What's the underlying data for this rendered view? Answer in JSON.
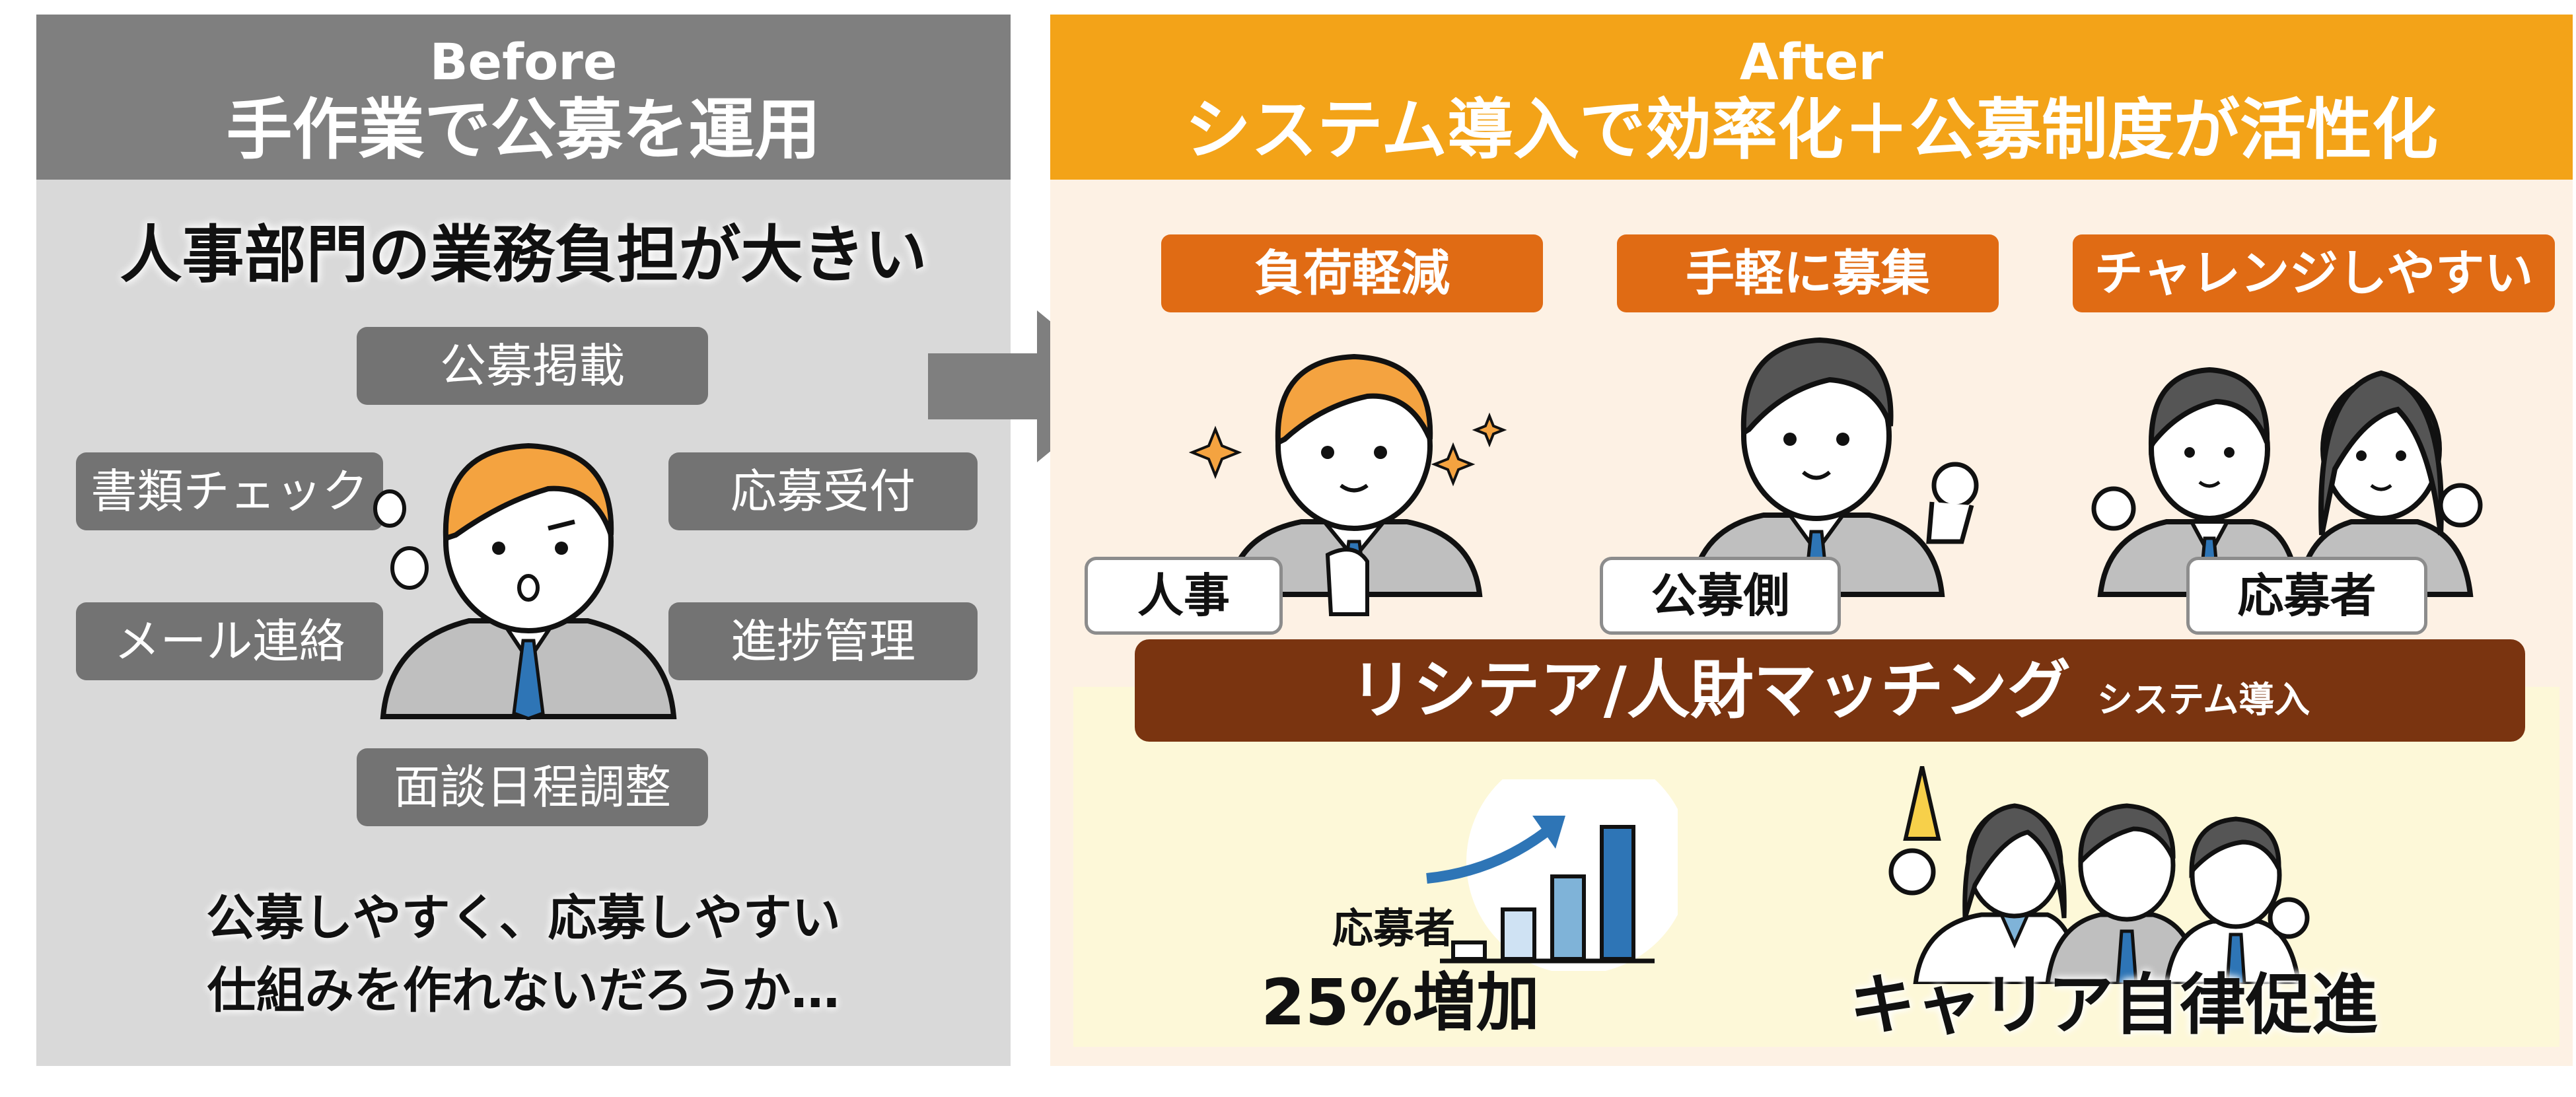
{
  "before": {
    "label": "Before",
    "title": "手作業で公募を運用",
    "headline": "人事部門の業務負担が大きい",
    "tasks": [
      "公募掲載",
      "書類チェック",
      "応募受付",
      "メール連絡",
      "進捗管理",
      "面談日程調整"
    ],
    "question_line1": "公募しやすく、応募しやすい",
    "question_line2": "仕組みを作れないだろうか…"
  },
  "after": {
    "label": "After",
    "title": "システム導入で効率化＋公募制度が活性化",
    "benefits": [
      "負荷軽減",
      "手軽に募集",
      "チャレンジしやすい"
    ],
    "roles": [
      "人事",
      "公募側",
      "応募者"
    ],
    "system_name": "リシテア/人財マッチング",
    "system_suffix": "システム導入",
    "applicant_label": "応募者",
    "applicant_increase": "25%増加",
    "career": "キャリア自律促進"
  },
  "chart_data": {
    "type": "bar",
    "values": [
      1,
      3,
      5,
      8
    ]
  },
  "colors": {
    "before_header": "#7f7f7f",
    "before_bg": "#d9d9d9",
    "after_header": "#f3a318",
    "after_bg": "#fdf1e4",
    "orange_label": "#e06b14",
    "brown_bar": "#7a3410",
    "tie_blue": "#2e75b6"
  }
}
